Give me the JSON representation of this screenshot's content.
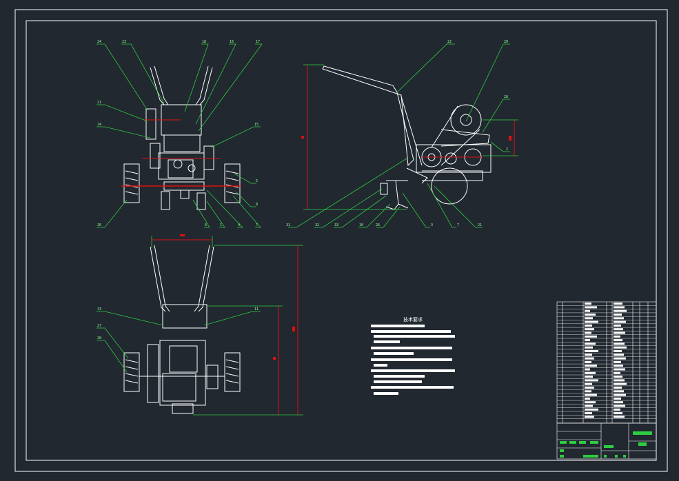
{
  "drawing": {
    "note_title": "技术要求",
    "front_view_labels": [
      "24",
      "23",
      "18",
      "16",
      "17",
      "21",
      "14",
      "15",
      "6",
      "5",
      "26",
      "8",
      "7",
      "4",
      "1"
    ],
    "side_view_labels": [
      "22",
      "20",
      "28",
      "2",
      "31",
      "32",
      "33",
      "10",
      "26",
      "3",
      "7",
      "21"
    ],
    "top_view_labels": [
      "13",
      "11",
      "27",
      "28"
    ],
    "colors": {
      "background": "#212830",
      "lines": "#ffffff",
      "leaders": "#2ecc40",
      "dimensions": "#e01010",
      "frame": "#ffffff"
    }
  }
}
